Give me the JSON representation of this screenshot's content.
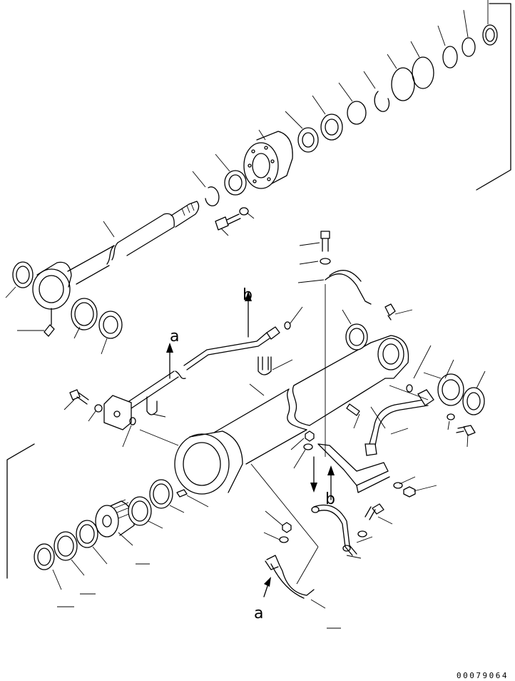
{
  "drawing": {
    "callouts": [
      "a",
      "b",
      "a",
      "b"
    ],
    "document_code": "00079064"
  }
}
